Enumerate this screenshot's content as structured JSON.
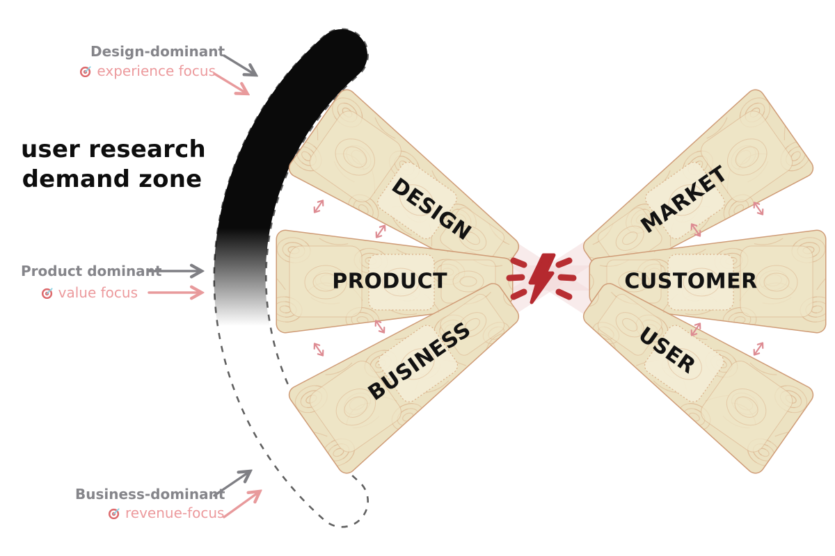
{
  "title": {
    "line1": "user research",
    "line2": "demand zone"
  },
  "annotations": {
    "design": {
      "label": "Design-dominant",
      "focus": "experience focus"
    },
    "product": {
      "label": "Product dominant",
      "focus": "value focus"
    },
    "business": {
      "label": "Business-dominant",
      "focus": "revenue-focus"
    }
  },
  "fans": {
    "left": [
      {
        "label": "DESIGN"
      },
      {
        "label": "PRODUCT"
      },
      {
        "label": "BUSINESS"
      }
    ],
    "right": [
      {
        "label": "MARKET"
      },
      {
        "label": "CUSTOMER"
      },
      {
        "label": "USER"
      }
    ]
  },
  "icons": [
    "target-icon",
    "lightning-bolt-icon",
    "resize-arrow-icon",
    "arrow-icon"
  ],
  "colors": {
    "wedge_fill": "#ece2c2",
    "wedge_panel_light": "#f4edd6",
    "wedge_outline": "#cf9b76",
    "contour": "#d9ae87",
    "bolt_red": "#b5292f",
    "beam_pink": "#f2dada",
    "label_gray": "#85858a",
    "label_pink": "#ec9a9d",
    "arc_black": "#0a0a0a",
    "arc_dash_gray": "#606060",
    "text_black": "#121212"
  }
}
